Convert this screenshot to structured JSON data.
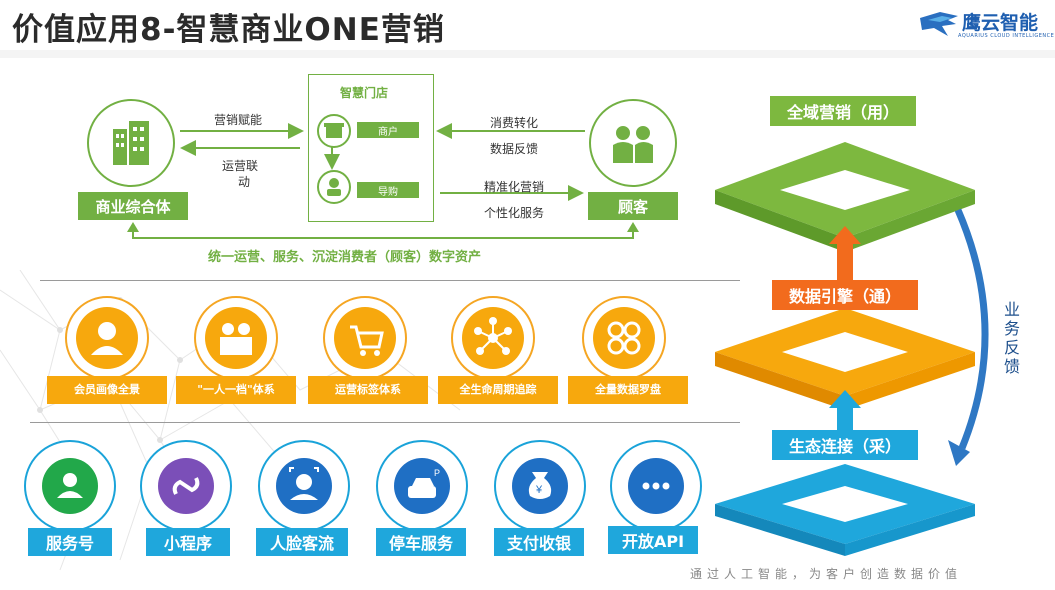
{
  "title": "价值应用8-智慧商业ONE营销",
  "logo": {
    "text": "鹰云智能",
    "subtitle": "AQUARIUS CLOUD INTELLIGENCE"
  },
  "top_diagram": {
    "left_node": "商业综合体",
    "right_node": "顾客",
    "store_title": "智慧门店",
    "store_items": [
      "商户",
      "导购"
    ],
    "arrow_labels": {
      "empower": "营销赋能",
      "linkage_line1": "运营联",
      "linkage_line2": "动",
      "consume_convert": "消费转化",
      "data_feedback": "数据反馈",
      "precise": "精准化营销",
      "personal": "个性化服务"
    },
    "bottom_caption": "统一运营、服务、沉淀消费者（顾客）数字资产"
  },
  "middle_row": [
    {
      "icon": "member-profile-icon",
      "label": "会员画像全景"
    },
    {
      "icon": "one-person-one-file-icon",
      "label": "\"一人一档\"体系"
    },
    {
      "icon": "shopping-cart-icon",
      "label": "运营标签体系"
    },
    {
      "icon": "lifecycle-network-icon",
      "label": "全生命周期追踪"
    },
    {
      "icon": "data-compass-icon",
      "label": "全量数据罗盘"
    }
  ],
  "bottom_row": [
    {
      "icon": "service-account-icon",
      "label": "服务号",
      "color": "#22a84a"
    },
    {
      "icon": "mini-program-icon",
      "label": "小程序",
      "color": "#7b4fb8"
    },
    {
      "icon": "face-traffic-icon",
      "label": "人脸客流",
      "color": "#1f6fc4"
    },
    {
      "icon": "parking-icon",
      "label": "停车服务",
      "color": "#1f6fc4"
    },
    {
      "icon": "payment-icon",
      "label": "支付收银",
      "color": "#1f6fc4"
    },
    {
      "icon": "open-api-icon",
      "label": "开放API",
      "color": "#1f6fc4"
    }
  ],
  "layers": {
    "top": "全域营销（用）",
    "middle": "数据引擎（通）",
    "bottom": "生态连接（采）",
    "feedback": "业务反馈"
  },
  "footer": "通过人工智能，为客户创造数据价值",
  "colors": {
    "green": "#72b043",
    "orange": "#f7a80d",
    "blue": "#1fa7dc",
    "dark_blue": "#1d4f8c"
  }
}
